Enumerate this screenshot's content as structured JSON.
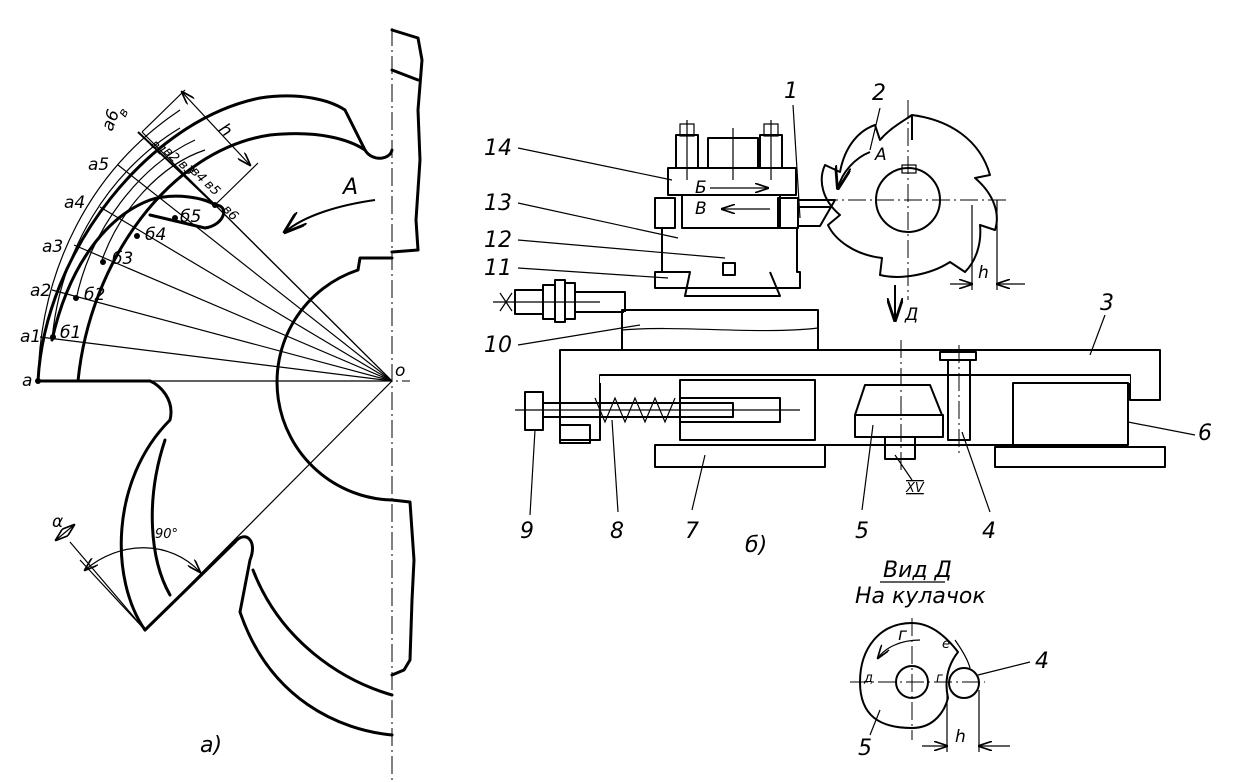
{
  "figure_a": {
    "caption": "а)",
    "center_label": "o",
    "origin_label": "а",
    "rotation_label": "A",
    "angle_alpha": "α",
    "angle_90": "90°",
    "height_label": "h",
    "a_points": [
      "а1",
      "а2",
      "а3",
      "а4",
      "а5",
      "а6"
    ],
    "delta_points": [
      "б1",
      "б2",
      "б3",
      "б4",
      "б5"
    ],
    "b_points": [
      "в",
      "в1",
      "в2",
      "в3",
      "в4",
      "в5",
      "в6"
    ]
  },
  "figure_b": {
    "caption": "б)",
    "parts": [
      "1",
      "2",
      "3",
      "4",
      "5",
      "6",
      "7",
      "8",
      "9",
      "10",
      "11",
      "12",
      "13",
      "14"
    ],
    "direction_b": "Б",
    "direction_v": "В",
    "rotation_label": "A",
    "view_arrow_label": "Д",
    "height_label": "h",
    "section_mark": "XV"
  },
  "view_d": {
    "title": "Вид Д",
    "subtitle": "На кулачок",
    "rotation_label": "г",
    "label_d": "д",
    "label_g": "г",
    "label_e": "е",
    "part_cam": "5",
    "part_pin": "4",
    "height_label": "h"
  }
}
